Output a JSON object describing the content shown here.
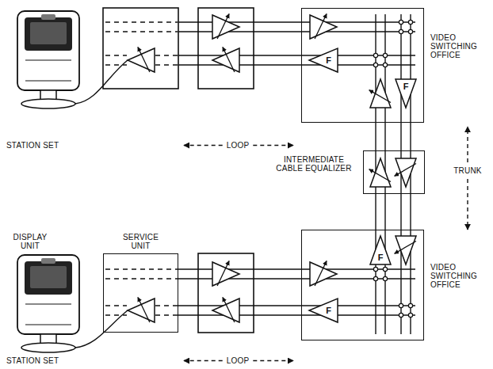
{
  "diagram": {
    "nodes": [
      {
        "text": [
          "VIDEO SWITCHING OFFICE"
        ]
      },
      {
        "text": [
          "F"
        ],
        "in": 0
      },
      {
        "text": [
          "F"
        ],
        "in": 0
      },
      {
        "text": [
          "INTERMEDIATE CABLE EQUALIZER"
        ]
      },
      {
        "text": [
          "VIDEO SWITCHING OFFICE"
        ]
      },
      {
        "text": [
          "F"
        ],
        "in": 4
      },
      {
        "text": [
          "F"
        ],
        "in": 4
      },
      {
        "text": [
          "SERVICE UNIT"
        ]
      }
    ],
    "edges": [
      {
        "from": 0,
        "to": 3,
        "arrow": "none"
      },
      {
        "from": 3,
        "to": 4,
        "arrow": "none"
      }
    ],
    "labels": [
      "STATION SET",
      "LOOP",
      "TRUNK",
      "DISPLAY UNIT",
      "STATION SET",
      "LOOP"
    ]
  }
}
